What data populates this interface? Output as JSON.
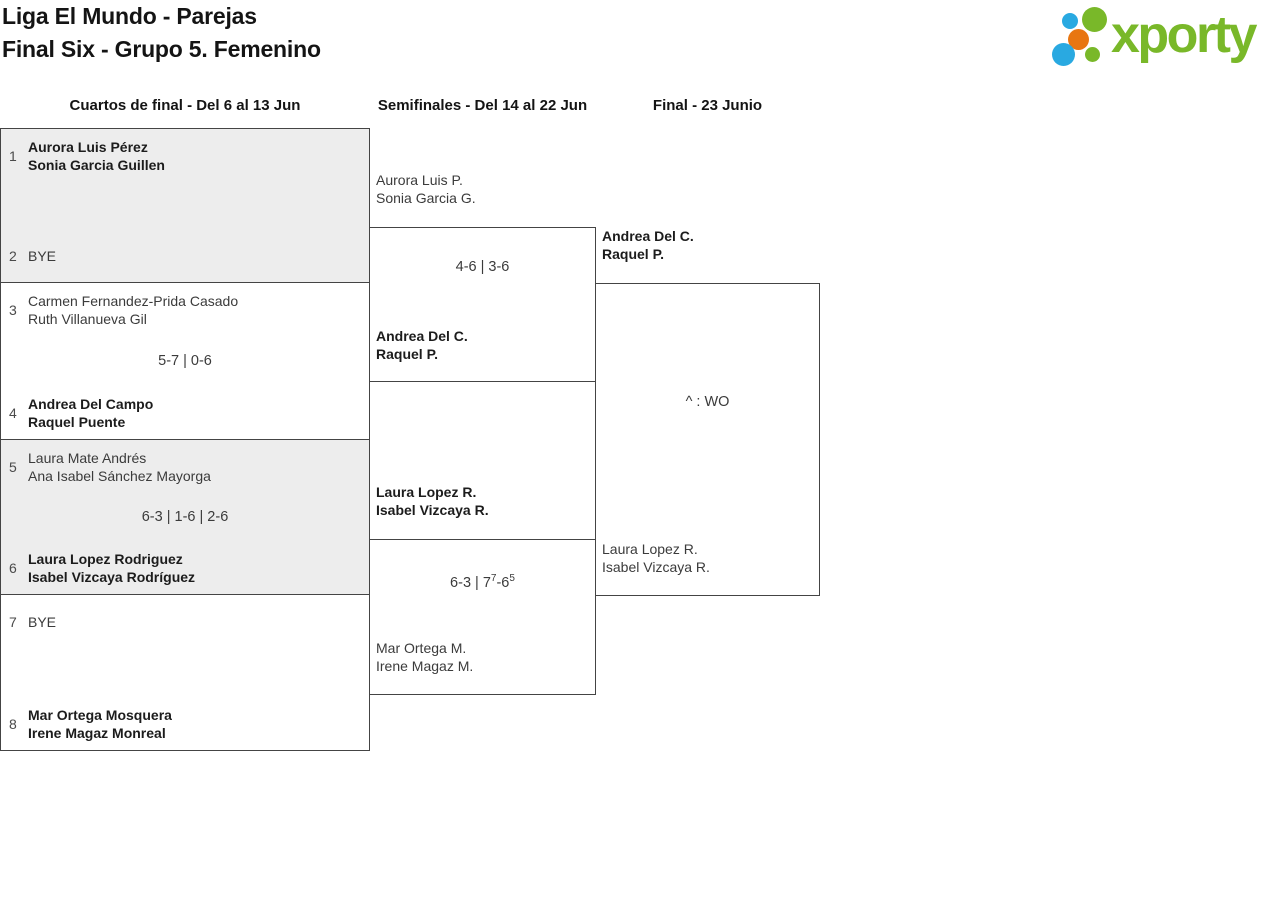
{
  "page_title": {
    "line1": "Liga El Mundo - Parejas",
    "line2": "Final Six - Grupo 5. Femenino"
  },
  "logo": {
    "brand": "xporty",
    "green": "#79b829",
    "blue": "#29a9e1",
    "orange": "#e87611"
  },
  "round_headers": {
    "quarterfinals": "Cuartos de final - Del 6 al 13 Jun",
    "semifinals": "Semifinales - Del 14 al 22 Jun",
    "final": "Final - 23 Junio"
  },
  "quarterfinals": [
    {
      "seed1": "1",
      "team1_line1": "Aurora Luis Pérez",
      "team1_line2": "Sonia Garcia Guillen",
      "seed2": "2",
      "team2_line1": "BYE",
      "team2_line2": "",
      "score": "",
      "winner": "team1"
    },
    {
      "seed1": "3",
      "team1_line1": "Carmen Fernandez-Prida Casado",
      "team1_line2": "Ruth Villanueva Gil",
      "seed2": "4",
      "team2_line1": "Andrea Del Campo",
      "team2_line2": "Raquel Puente",
      "score": "5-7 | 0-6",
      "winner": "team2"
    },
    {
      "seed1": "5",
      "team1_line1": "Laura Mate Andrés",
      "team1_line2": "Ana Isabel Sánchez Mayorga",
      "seed2": "6",
      "team2_line1": "Laura Lopez Rodriguez",
      "team2_line2": "Isabel Vizcaya Rodríguez",
      "score": "6-3 | 1-6 | 2-6",
      "winner": "team2"
    },
    {
      "seed1": "7",
      "team1_line1": "BYE",
      "team1_line2": "",
      "seed2": "8",
      "team2_line1": "Mar Ortega Mosquera",
      "team2_line2": "Irene Magaz Monreal",
      "score": "",
      "winner": "team2"
    }
  ],
  "semifinals": [
    {
      "team1_line1": "Aurora Luis P.",
      "team1_line2": "Sonia Garcia G.",
      "team2_line1": "Andrea Del C.",
      "team2_line2": "Raquel P.",
      "score": "4-6 | 3-6",
      "winner": "team2"
    },
    {
      "team1_line1": "Laura Lopez R.",
      "team1_line2": "Isabel Vizcaya R.",
      "team2_line1": "Mar Ortega M.",
      "team2_line2": "Irene Magaz M.",
      "score_main1": "6-3 | 7",
      "score_sup1": "7",
      "score_main2": "-6",
      "score_sup2": "5",
      "winner": "team1"
    }
  ],
  "final": {
    "team1_line1": "Andrea Del C.",
    "team1_line2": "Raquel P.",
    "team2_line1": "Laura Lopez R.",
    "team2_line2": "Isabel Vizcaya R.",
    "score": "^ : WO",
    "winner": "team1"
  }
}
